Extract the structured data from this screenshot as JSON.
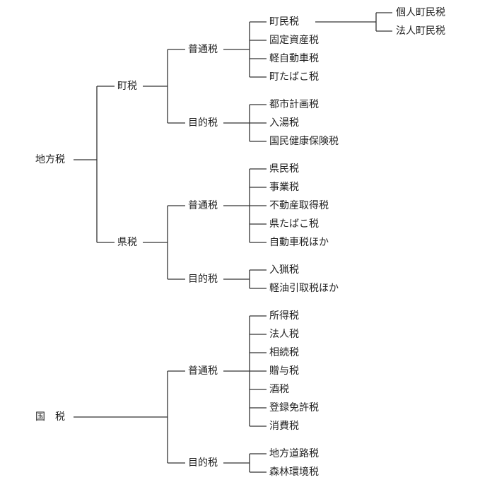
{
  "tree": {
    "chiho_zei": {
      "label": "地方税",
      "cho_zei": {
        "label": "町税",
        "futsu": {
          "label": "普通税",
          "items": [
            "町民税",
            "固定資産税",
            "軽自動車税",
            "町たばこ税"
          ],
          "chominzei_sub": [
            "個人町民税",
            "法人町民税"
          ]
        },
        "mokuteki": {
          "label": "目的税",
          "items": [
            "都市計画税",
            "入湯税",
            "国民健康保険税"
          ]
        }
      },
      "ken_zei": {
        "label": "県税",
        "futsu": {
          "label": "普通税",
          "items": [
            "県民税",
            "事業税",
            "不動産取得税",
            "県たばこ税",
            "自動車税ほか"
          ]
        },
        "mokuteki": {
          "label": "目的税",
          "items": [
            "入猟税",
            "軽油引取税ほか"
          ]
        }
      }
    },
    "koku_zei": {
      "label": "国　税",
      "futsu": {
        "label": "普通税",
        "items": [
          "所得税",
          "法人税",
          "相続税",
          "贈与税",
          "酒税",
          "登録免許税",
          "消費税"
        ]
      },
      "mokuteki": {
        "label": "目的税",
        "items": [
          "地方道路税",
          "森林環境税"
        ]
      }
    }
  }
}
